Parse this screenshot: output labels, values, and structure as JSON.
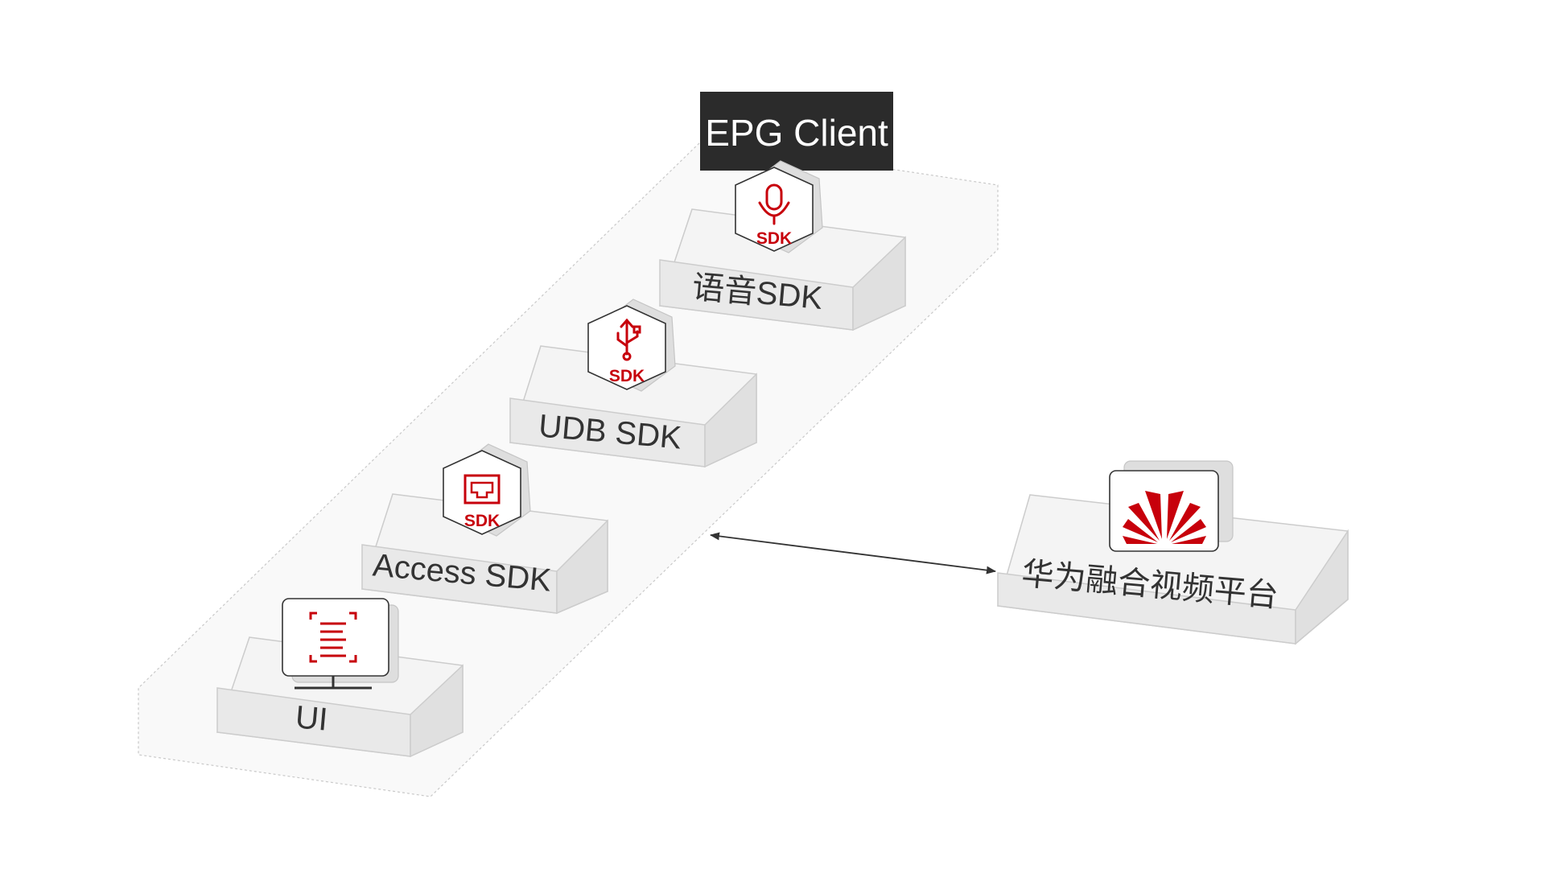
{
  "title": "EPG Client",
  "colors": {
    "accent": "#c7000b",
    "title_bg": "#2b2b2b",
    "title_text": "#ffffff",
    "block_face": "#e9e9e9",
    "block_top": "#f4f4f4",
    "label": "#333333"
  },
  "modules": [
    {
      "label": "语音SDK",
      "icon": "microphone-icon",
      "badge": "SDK"
    },
    {
      "label": "UDB SDK",
      "icon": "usb-icon",
      "badge": "SDK"
    },
    {
      "label": "Access SDK",
      "icon": "network-port-icon",
      "badge": "SDK"
    },
    {
      "label": "UI",
      "icon": "monitor-ui-icon"
    }
  ],
  "platform": {
    "label": "华为融合视频平台",
    "icon": "huawei-logo-icon"
  },
  "connector": {
    "type": "bidirectional-arrow",
    "from": "EPG Client",
    "to": "华为融合视频平台"
  }
}
